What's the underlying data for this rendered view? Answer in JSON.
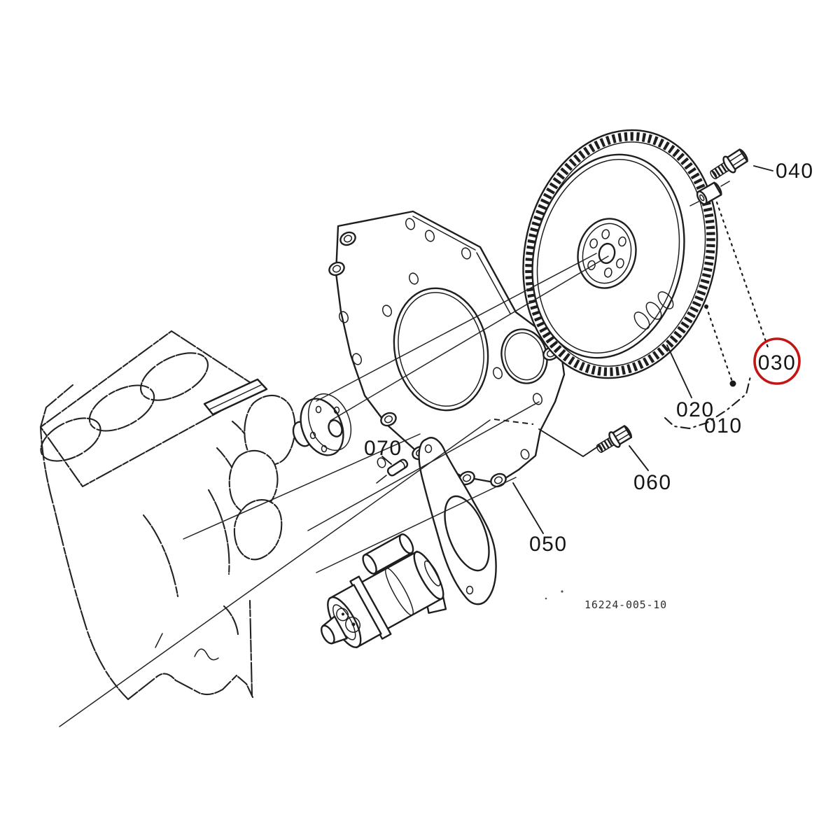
{
  "diagram": {
    "description": "exploded-parts-line-drawing",
    "background_color": "#ffffff",
    "line_color": "#1e1e1e",
    "highlight_color": "#c41414",
    "drawing_number": "16224-005-10",
    "callouts": [
      {
        "label": "010",
        "leader": "dash-dot-bracket",
        "highlighted": false
      },
      {
        "label": "020",
        "leader": "solid",
        "highlighted": false
      },
      {
        "label": "030",
        "leader": "dotted",
        "highlighted": true
      },
      {
        "label": "040",
        "leader": "solid",
        "highlighted": false
      },
      {
        "label": "050",
        "leader": "solid",
        "highlighted": false
      },
      {
        "label": "060",
        "leader": "solid",
        "highlighted": false
      },
      {
        "label": "070",
        "leader": "solid",
        "highlighted": false
      }
    ]
  }
}
